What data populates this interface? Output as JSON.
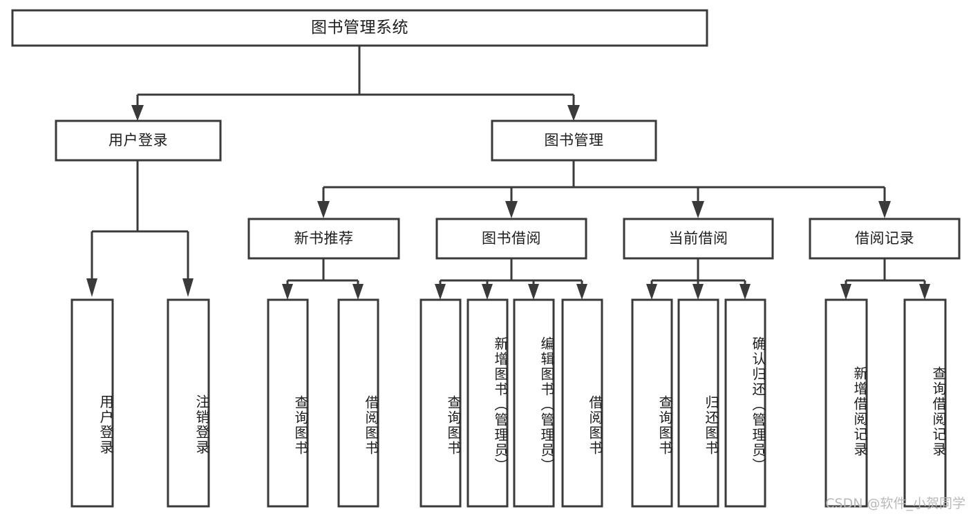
{
  "diagram": {
    "title": "图书管理系统",
    "type": "tree-diagram",
    "watermark": "CSDN @软件_小贺同学",
    "colors": {
      "background": "#ffffff",
      "box_fill": "#ffffff",
      "box_stroke": "#3a3a3a",
      "text": "#1d1d1d",
      "watermark": "#b9b9b9"
    },
    "levels": {
      "root": {
        "label": "图书管理系统",
        "orientation": "horizontal"
      },
      "level2": [
        {
          "id": "user-login",
          "label": "用户登录",
          "orientation": "horizontal"
        },
        {
          "id": "book-management",
          "label": "图书管理",
          "orientation": "horizontal"
        }
      ],
      "level3": [
        {
          "id": "new-book-recommend",
          "label": "新书推荐",
          "orientation": "horizontal",
          "parent": "book-management"
        },
        {
          "id": "book-borrow",
          "label": "图书借阅",
          "orientation": "horizontal",
          "parent": "book-management"
        },
        {
          "id": "current-borrow",
          "label": "当前借阅",
          "orientation": "horizontal",
          "parent": "book-management"
        },
        {
          "id": "borrow-record",
          "label": "借阅记录",
          "orientation": "horizontal",
          "parent": "book-management"
        }
      ],
      "leaves": [
        {
          "id": "leaf-user-login",
          "label": "用户登录",
          "orientation": "vertical",
          "parent": "user-login"
        },
        {
          "id": "leaf-user-logout",
          "label": "注销登录",
          "orientation": "vertical",
          "parent": "user-login"
        },
        {
          "id": "leaf-query-book-1",
          "label": "查询图书",
          "orientation": "vertical",
          "parent": "new-book-recommend"
        },
        {
          "id": "leaf-borrow-book-1",
          "label": "借阅图书",
          "orientation": "vertical",
          "parent": "new-book-recommend"
        },
        {
          "id": "leaf-query-book-2",
          "label": "查询图书",
          "orientation": "vertical",
          "parent": "book-borrow"
        },
        {
          "id": "leaf-add-book",
          "label": "新增图书（管理员）",
          "orientation": "vertical",
          "parent": "book-borrow"
        },
        {
          "id": "leaf-edit-book",
          "label": "编辑图书（管理员）",
          "orientation": "vertical",
          "parent": "book-borrow"
        },
        {
          "id": "leaf-borrow-book-2",
          "label": "借阅图书",
          "orientation": "vertical",
          "parent": "book-borrow"
        },
        {
          "id": "leaf-query-book-3",
          "label": "查询图书",
          "orientation": "vertical",
          "parent": "current-borrow"
        },
        {
          "id": "leaf-return-book",
          "label": "归还图书",
          "orientation": "vertical",
          "parent": "current-borrow"
        },
        {
          "id": "leaf-confirm-return",
          "label": "确认归还（管理员）",
          "orientation": "vertical",
          "parent": "current-borrow"
        },
        {
          "id": "leaf-add-record",
          "label": "新增借阅记录",
          "orientation": "vertical",
          "parent": "borrow-record"
        },
        {
          "id": "leaf-query-record",
          "label": "查询借阅记录",
          "orientation": "vertical",
          "parent": "borrow-record"
        }
      ]
    }
  }
}
